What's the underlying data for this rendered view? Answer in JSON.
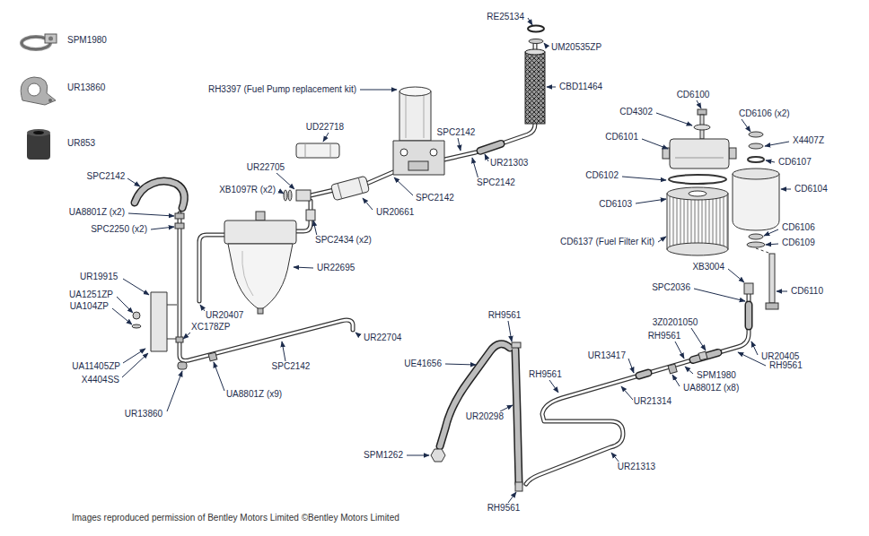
{
  "diagram": {
    "caption": "Images reproduced permission of Bentley Motors Limited ©Bentley Motors Limited",
    "labels": [
      "SPM1980",
      "UR13860",
      "UR853",
      "RE25134",
      "UM20535ZP",
      "RH3397 (Fuel Pump replacement kit)",
      "CBD11464",
      "CD6100",
      "UD22718",
      "CD4302",
      "CD6106 (x2)",
      "SPC2142",
      "CD6101",
      "X4407Z",
      "CD6107",
      "UR21303",
      "UR22705",
      "CD6102",
      "SPC2142",
      "SPC2142",
      "CD6104",
      "XB1097R (x2)",
      "SPC2142",
      "CD6103",
      "UR20661",
      "UA8801Z (x2)",
      "SPC2250 (x2)",
      "CD6106",
      "SPC2434 (x2)",
      "CD6137 (Fuel Filter Kit)",
      "CD6109",
      "XB3004",
      "UR22695",
      "UR19915",
      "SPC2036",
      "CD6110",
      "UA1251ZP",
      "UR20407",
      "UA104ZP",
      "RH9561",
      "3Z0201050",
      "RH9561",
      "UR22704",
      "XC178ZP",
      "UE41656",
      "UR13417",
      "UR20405",
      "RH9561",
      "UA11405ZP",
      "X4404SS",
      "SPC2142",
      "RH9561",
      "SPM1980",
      "UA8801Z (x8)",
      "UA8801Z (x9)",
      "UR21314",
      "UR13860",
      "UR20298",
      "UR21313",
      "SPM1262",
      "RH9561"
    ]
  }
}
